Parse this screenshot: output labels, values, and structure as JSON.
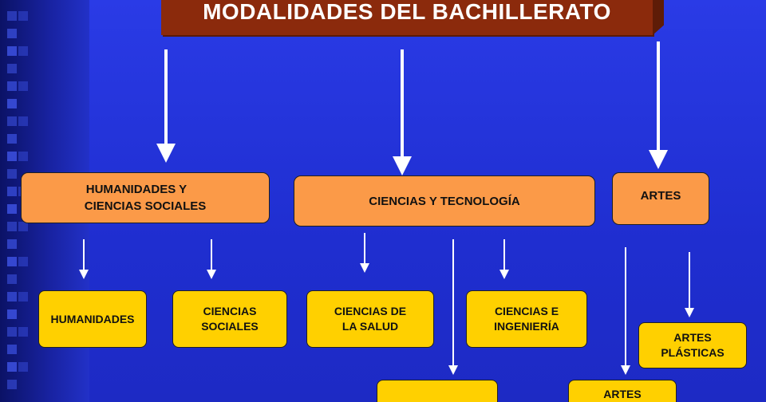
{
  "title": "MODALIDADES DEL BACHILLERATO",
  "level1": {
    "humanidades_cs": [
      "HUMANIDADES Y",
      "CIENCIAS SOCIALES"
    ],
    "ciencias_tec": "CIENCIAS Y TECNOLOGÍA",
    "artes": "ARTES"
  },
  "level2": {
    "humanidades": "HUMANIDADES",
    "ciencias_sociales": [
      "CIENCIAS",
      "SOCIALES"
    ],
    "ciencias_salud": [
      "CIENCIAS DE",
      "LA SALUD"
    ],
    "ciencias_ingenieria": [
      "CIENCIAS E",
      "INGENIERÍA"
    ],
    "artes_plasticas": [
      "ARTES",
      "PLÁSTICAS"
    ],
    "artes_bottom": "ARTES"
  },
  "colors": {
    "background": "#2a3be6",
    "title_box": "#8b2a0c",
    "level1_box": "#fb9a48",
    "level2_box": "#ffd000",
    "arrow": "#ffffff"
  }
}
